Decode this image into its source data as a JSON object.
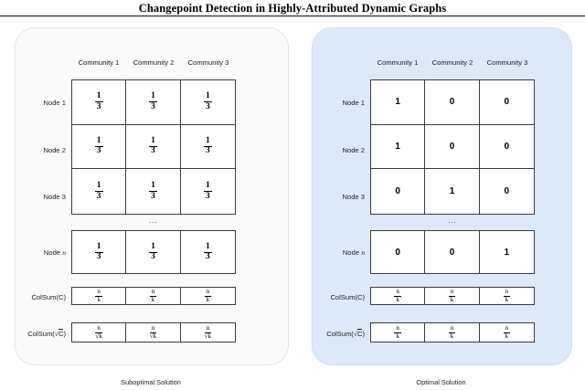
{
  "title": "Changepoint Detection in Highly-Attributed Dynamic Graphs",
  "colors": {
    "left_panel_bg": "#fafafa",
    "right_panel_bg": "#dde9f8",
    "grid_line": "#3b3b3b",
    "text": "#1c1c1c"
  },
  "common": {
    "column_headers": [
      "Community 1",
      "Community 2",
      "Community 3"
    ],
    "row_labels": [
      "Node 1",
      "Node 2",
      "Node 3"
    ],
    "row_label_last_prefix": "Node",
    "row_label_last_index": "n",
    "ellipsis": "...",
    "colsum_label_plain": "ColSum(C)",
    "colsum_label_sqrt_prefix": "ColSum(",
    "colsum_label_sqrt_radical": "√",
    "colsum_label_sqrt_arg": "C",
    "colsum_label_sqrt_suffix": ")"
  },
  "left_panel": {
    "caption": "Suboptimal Solution",
    "matrix": {
      "type": "fraction",
      "rows": [
        {
          "label": "Node 1",
          "values": [
            {
              "num": "1",
              "den": "3"
            },
            {
              "num": "1",
              "den": "3"
            },
            {
              "num": "1",
              "den": "3"
            }
          ]
        },
        {
          "label": "Node 2",
          "values": [
            {
              "num": "1",
              "den": "3"
            },
            {
              "num": "1",
              "den": "3"
            },
            {
              "num": "1",
              "den": "3"
            }
          ]
        },
        {
          "label": "Node 3",
          "values": [
            {
              "num": "1",
              "den": "3"
            },
            {
              "num": "1",
              "den": "3"
            },
            {
              "num": "1",
              "den": "3"
            }
          ]
        }
      ],
      "last_row": {
        "label": "Node n",
        "values": [
          {
            "num": "1",
            "den": "3"
          },
          {
            "num": "1",
            "den": "3"
          },
          {
            "num": "1",
            "den": "3"
          }
        ]
      }
    },
    "colsum_c": {
      "values": [
        {
          "num": "n",
          "den": "k"
        },
        {
          "num": "n",
          "den": "k"
        },
        {
          "num": "n",
          "den": "k"
        }
      ]
    },
    "colsum_sqrt_c": {
      "values": [
        {
          "num": "n",
          "den": "√k"
        },
        {
          "num": "n",
          "den": "√k"
        },
        {
          "num": "n",
          "den": "√k"
        }
      ]
    }
  },
  "right_panel": {
    "caption": "Optimal Solution",
    "matrix": {
      "type": "binary",
      "rows": [
        {
          "label": "Node 1",
          "values": [
            "1",
            "0",
            "0"
          ]
        },
        {
          "label": "Node 2",
          "values": [
            "1",
            "0",
            "0"
          ]
        },
        {
          "label": "Node 3",
          "values": [
            "0",
            "1",
            "0"
          ]
        }
      ],
      "last_row": {
        "label": "Node n",
        "values": [
          "0",
          "0",
          "1"
        ]
      }
    },
    "colsum_c": {
      "values": [
        {
          "num": "n",
          "den": "k"
        },
        {
          "num": "n",
          "den": "k"
        },
        {
          "num": "n",
          "den": "k"
        }
      ]
    },
    "colsum_sqrt_c": {
      "values": [
        {
          "num": "n",
          "den": "k"
        },
        {
          "num": "n",
          "den": "k"
        },
        {
          "num": "n",
          "den": "k"
        }
      ]
    }
  }
}
